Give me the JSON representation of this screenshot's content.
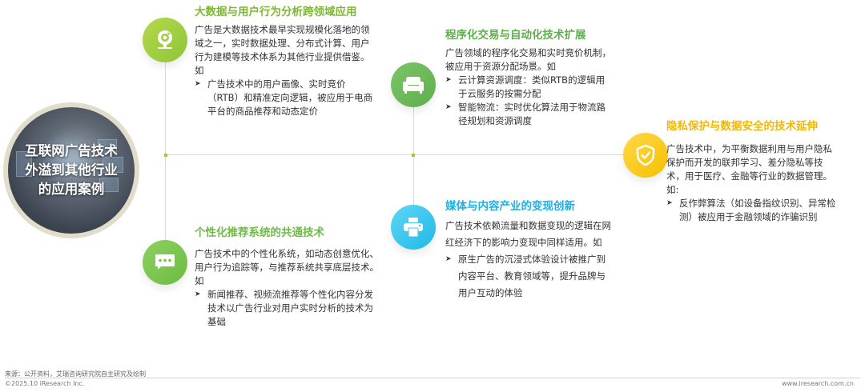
{
  "hub": {
    "lines": [
      "互联网广告技术",
      "外溢到其他行业",
      "的应用案例"
    ]
  },
  "colors": {
    "lime_green": "#8fc43a",
    "green": "#5fae4c",
    "yellow": "#f6c000",
    "blue": "#1fb9e8",
    "connector": "#d9d9d9",
    "node_dot": "#9acd32"
  },
  "cases": [
    {
      "icon": "webcam-icon",
      "title": "大数据与用户行为分析跨领域应用",
      "title_color": "#7cb82f",
      "body": "广告是大数据技术最早实现规模化落地的领域之一，实时数据处理、分布式计算、用户行为建模等技术体系为其他行业提供借鉴。如",
      "bullets": [
        "广告技术中的用户画像、实时竞价（RTB）和精准定向逻辑，被应用于电商平台的商品推荐和动态定价"
      ]
    },
    {
      "icon": "sofa-icon",
      "title": "程序化交易与自动化技术扩展",
      "title_color": "#5fae4c",
      "body": "广告领域的程序化交易和实时竞价机制，被应用于资源分配场景。如",
      "bullets": [
        "云计算资源调度：类似RTB的逻辑用于云服务的按需分配",
        "智能物流：实时优化算法用于物流路径规划和资源调度"
      ]
    },
    {
      "icon": "shield-check-icon",
      "title": "隐私保护与数据安全的技术延伸",
      "title_color": "#f2b800",
      "body": "广告技术中，为平衡数据利用与用户隐私保护而开发的联邦学习、差分隐私等技术，用于医疗、金融等行业的数据管理。如:",
      "bullets": [
        "反作弊算法（如设备指纹识别、异常检测）被应用于金融领域的诈骗识别"
      ]
    },
    {
      "icon": "chat-bubble-icon",
      "title": "个性化推荐系统的共通技术",
      "title_color": "#6cbc43",
      "body": "广告技术中的个性化系统，如动态创意优化、用户行为追踪等，与推荐系统共享底层技术。如",
      "bullets": [
        "新闻推荐、视频流推荐等个性化内容分发技术以广告行业对用户实时分析的技术为基础"
      ]
    },
    {
      "icon": "printer-icon",
      "title": "媒体与内容产业的变现创新",
      "title_color": "#1fb0e0",
      "body": "广告技术依赖流量和数据变现的逻辑在网红经济下的影响力变现中同样适用。如",
      "bullets": [
        "原生广告的沉浸式体验设计被推广到内容平台、教育领域等，提升品牌与用户互动的体验"
      ]
    }
  ],
  "bullet_glyph": "➤",
  "footer": {
    "source": "来源：公开资料，艾瑞咨询研究院自主研究及绘制",
    "copyright": "©2025.10 iResearch Inc.",
    "website": "www.iresearch.com.cn"
  }
}
